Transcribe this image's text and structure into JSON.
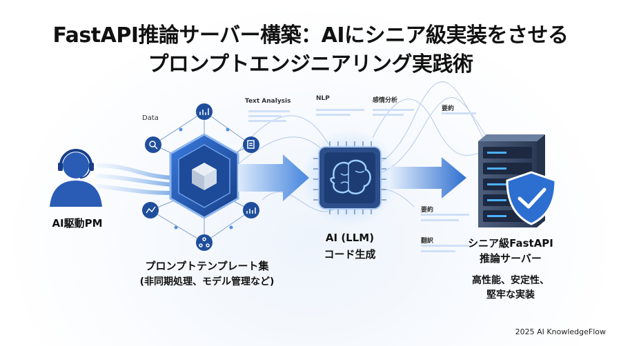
{
  "title": {
    "line1": "FastAPI推論サーバー構築：AIにシニア級実装をさせる",
    "line2": "プロンプトエンジニアリング実践術"
  },
  "labels": {
    "pm": "AI駆動PM",
    "templates_1": "プロンプトテンプレート集",
    "templates_2": "(非同期処理、モデル管理など)",
    "llm_1": "AI (LLM)",
    "llm_2": "コード生成",
    "server_1": "シニア級FastAPI",
    "server_2": "推論サーバー",
    "server_3": "高性能、安定性、",
    "server_4": "堅牢な実装"
  },
  "annotations": {
    "data": "Data",
    "text_analysis": "Text Analysis",
    "nlp": "NLP",
    "sentiment": "感情分析",
    "summary_top": "要約",
    "summary_bottom": "要約",
    "translation": "翻訳"
  },
  "icons": {
    "pm": "operator-headset-icon",
    "hub": "cube-hexagon-icon",
    "chip": "brain-chip-icon",
    "server": "server-rack-icon",
    "shield": "shield-check-icon"
  },
  "colors": {
    "primary": "#1f4e9c",
    "accent": "#4f8fe0",
    "light": "#bcd6f5"
  },
  "footer": "2025 AI KnowledgeFlow"
}
